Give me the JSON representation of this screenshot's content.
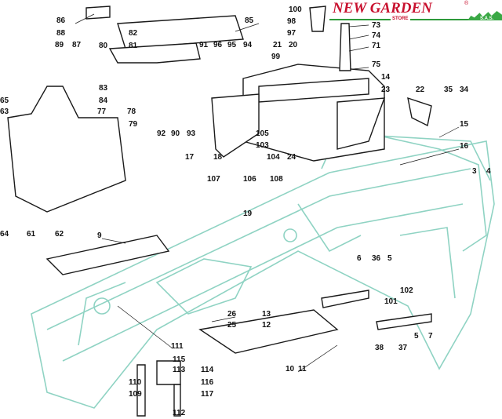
{
  "logo": {
    "brand": "NEW GARDEN",
    "sub": "STORE",
    "suffix": "S.A.S.",
    "registered": "®"
  },
  "colors": {
    "parts": "#1a1a1a",
    "chassis": "#8fd3c3",
    "brand_red": "#c8102e",
    "brand_green": "#3aa845"
  },
  "callouts": [
    "86",
    "88",
    "89",
    "87",
    "82",
    "81",
    "80",
    "85",
    "100",
    "98",
    "97",
    "20",
    "21",
    "99",
    "73",
    "74",
    "71",
    "75",
    "91",
    "96",
    "95",
    "94",
    "83",
    "84",
    "77",
    "78",
    "79",
    "92",
    "90",
    "93",
    "14",
    "22",
    "23",
    "34",
    "35",
    "65",
    "63",
    "105",
    "103",
    "104",
    "24",
    "17",
    "18",
    "15",
    "16",
    "107",
    "106",
    "108",
    "3",
    "4",
    "19",
    "9",
    "64",
    "61",
    "62",
    "6",
    "36",
    "5",
    "102",
    "101",
    "26",
    "25",
    "13",
    "12",
    "111",
    "115",
    "113",
    "114",
    "116",
    "117",
    "110",
    "109",
    "112",
    "10",
    "11",
    "38",
    "37",
    "5",
    "7"
  ]
}
